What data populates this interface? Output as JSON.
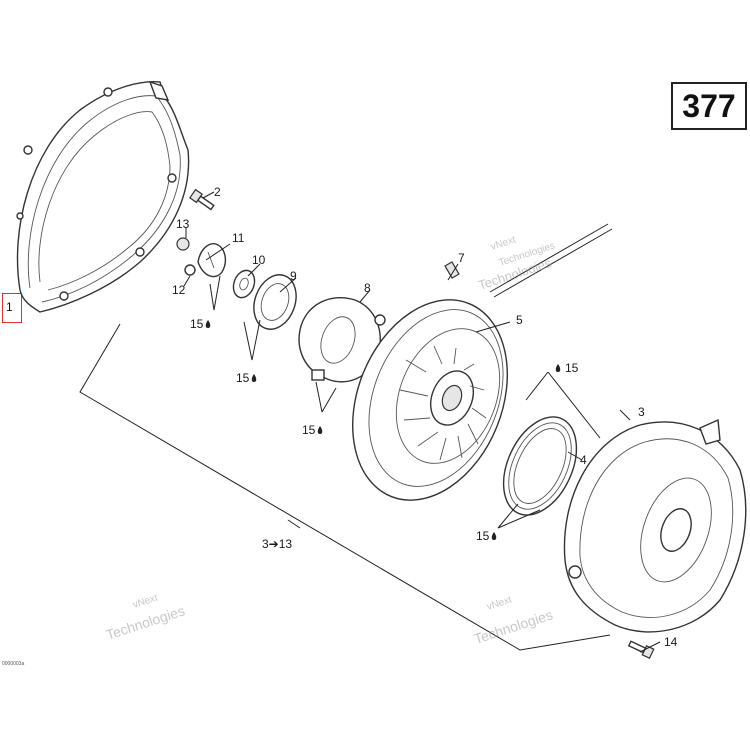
{
  "page_number": "377",
  "reference_code": "0000003a",
  "callouts": {
    "c1": "1",
    "c2": "2",
    "c3": "3",
    "c4": "4",
    "c5": "5",
    "c7": "7",
    "c8": "8",
    "c9": "9",
    "c10": "10",
    "c11": "11",
    "c12": "12",
    "c13": "13",
    "c14": "14",
    "c15a": "15",
    "c15b": "15",
    "c15c": "15",
    "c15d": "15",
    "c15e": "15",
    "c3to13": "3➔13"
  },
  "watermarks": {
    "line1": "vNext",
    "line2": "Technologies"
  }
}
